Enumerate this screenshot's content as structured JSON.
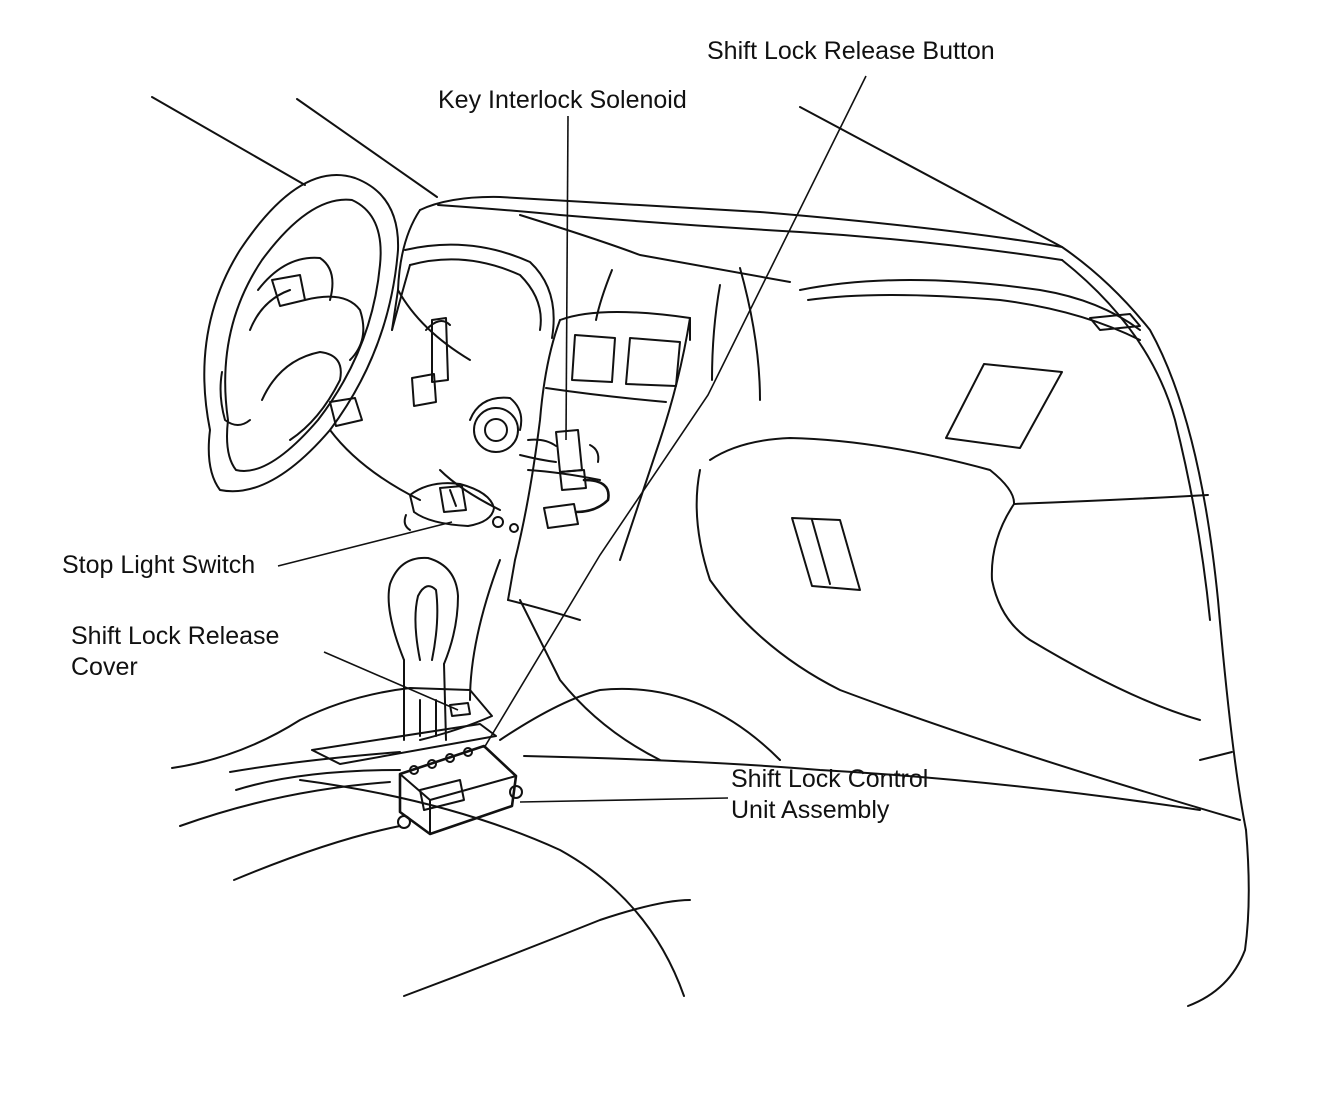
{
  "labels": {
    "shift_lock_release_button": "Shift Lock Release Button",
    "key_interlock_solenoid": "Key Interlock Solenoid",
    "stop_light_switch": "Stop Light Switch",
    "shift_lock_release_cover": {
      "line1": "Shift Lock Release",
      "line2": "Cover"
    },
    "shift_lock_control_unit_assembly": {
      "line1": "Shift Lock Control",
      "line2": "Unit Assembly"
    }
  }
}
